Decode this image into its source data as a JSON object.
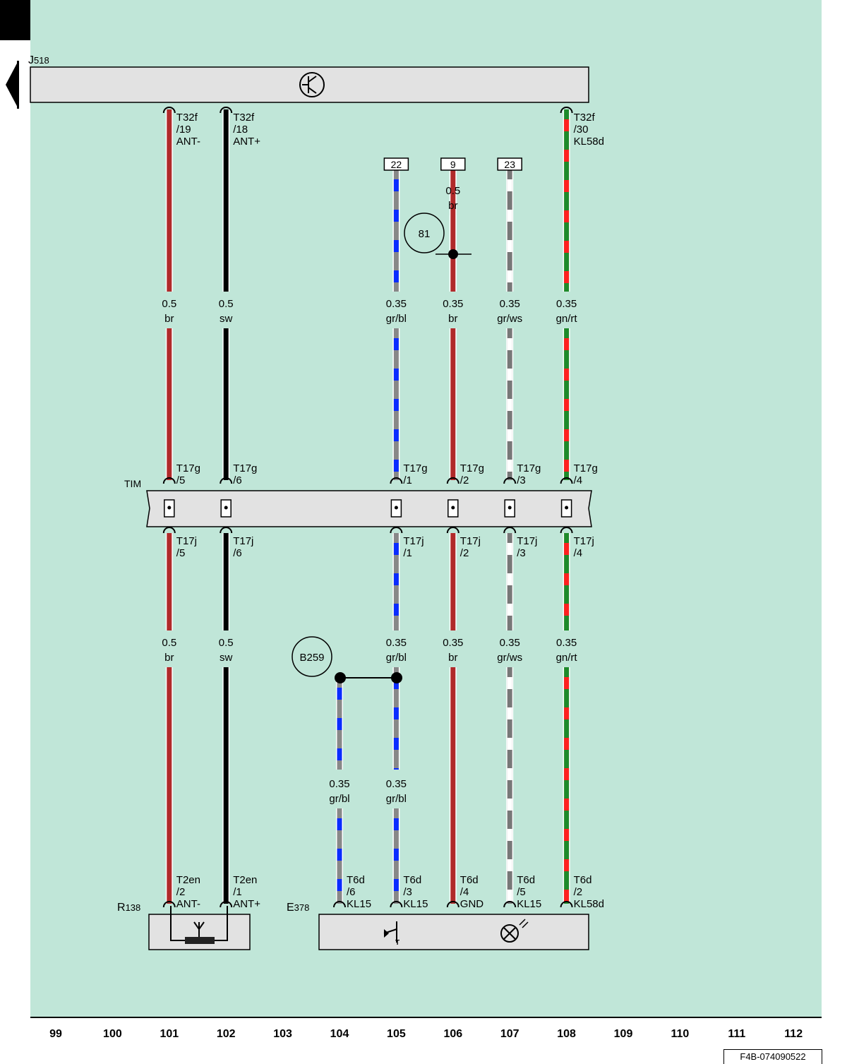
{
  "components": {
    "j518": {
      "id": "J",
      "sub": "518"
    },
    "tim": {
      "id": "TIM"
    },
    "r138": {
      "id": "R",
      "sub": "138"
    },
    "e378": {
      "id": "E",
      "sub": "378"
    }
  },
  "wires": [
    {
      "key": "w101",
      "col": 101,
      "color": "#b02a2a",
      "alt": null,
      "upper": {
        "size": "0.5",
        "code": "br"
      },
      "lower": {
        "size": "0.5",
        "code": "br"
      },
      "top_pin": [
        "T32f",
        "/19",
        "ANT-"
      ],
      "tim_in": [
        "T17g",
        "/5"
      ],
      "tim_out": [
        "T17j",
        "/5"
      ],
      "bot_pin": [
        "T2en",
        "/2",
        "ANT-"
      ]
    },
    {
      "key": "w102",
      "col": 102,
      "color": "#000000",
      "alt": null,
      "upper": {
        "size": "0.5",
        "code": "sw"
      },
      "lower": {
        "size": "0.5",
        "code": "sw"
      },
      "top_pin": [
        "T32f",
        "/18",
        "ANT+"
      ],
      "tim_in": [
        "T17g",
        "/6"
      ],
      "tim_out": [
        "T17j",
        "/6"
      ],
      "bot_pin": [
        "T2en",
        "/1",
        "ANT+"
      ]
    },
    {
      "key": "w105",
      "col": 105,
      "color": "#888888",
      "alt": "#0a2cff",
      "upper": {
        "size": "0.35",
        "code": "gr/bl"
      },
      "lower": {
        "size": "0.35",
        "code": "gr/bl"
      },
      "ref": "22",
      "tim_in": [
        "T17g",
        "/1"
      ],
      "tim_out": [
        "T17j",
        "/1"
      ],
      "bot_pin": [
        "T6d",
        "/3",
        "KL15"
      ],
      "bottom_label": {
        "size": "0.35",
        "code": "gr/bl"
      }
    },
    {
      "key": "w106",
      "col": 106,
      "color": "#b02a2a",
      "alt": null,
      "upper": {
        "size": "0.35",
        "code": "br"
      },
      "lower": {
        "size": "0.35",
        "code": "br"
      },
      "ref": "9",
      "ref_label": {
        "size": "0.5",
        "code": "br"
      },
      "tim_in": [
        "T17g",
        "/2"
      ],
      "tim_out": [
        "T17j",
        "/2"
      ],
      "bot_pin": [
        "T6d",
        "/4",
        "GND"
      ]
    },
    {
      "key": "w107",
      "col": 107,
      "color": "#777777",
      "alt": "#ffffff",
      "upper": {
        "size": "0.35",
        "code": "gr/ws"
      },
      "lower": {
        "size": "0.35",
        "code": "gr/ws"
      },
      "ref": "23",
      "tim_in": [
        "T17g",
        "/3"
      ],
      "tim_out": [
        "T17j",
        "/3"
      ],
      "bot_pin": [
        "T6d",
        "/5",
        "KL15"
      ]
    },
    {
      "key": "w108",
      "col": 108,
      "color": "#1e8a2a",
      "alt": "#ff2020",
      "upper": {
        "size": "0.35",
        "code": "gn/rt"
      },
      "lower": {
        "size": "0.35",
        "code": "gn/rt"
      },
      "top_pin": [
        "T32f",
        "/30",
        "KL58d"
      ],
      "tim_in": [
        "T17g",
        "/4"
      ],
      "tim_out": [
        "T17j",
        "/4"
      ],
      "bot_pin": [
        "T6d",
        "/2",
        "KL58d"
      ]
    },
    {
      "key": "w104",
      "col": 104,
      "color": "#888888",
      "alt": "#0a2cff",
      "bottom_label": {
        "size": "0.35",
        "code": "gr/bl"
      },
      "bot_pin": [
        "T6d",
        "/6",
        "KL15"
      ]
    }
  ],
  "ground_point": "81",
  "splice": "B259",
  "columns": [
    "99",
    "100",
    "101",
    "102",
    "103",
    "104",
    "105",
    "106",
    "107",
    "108",
    "109",
    "110",
    "111",
    "112"
  ],
  "ref_code": "F4B-074090522"
}
